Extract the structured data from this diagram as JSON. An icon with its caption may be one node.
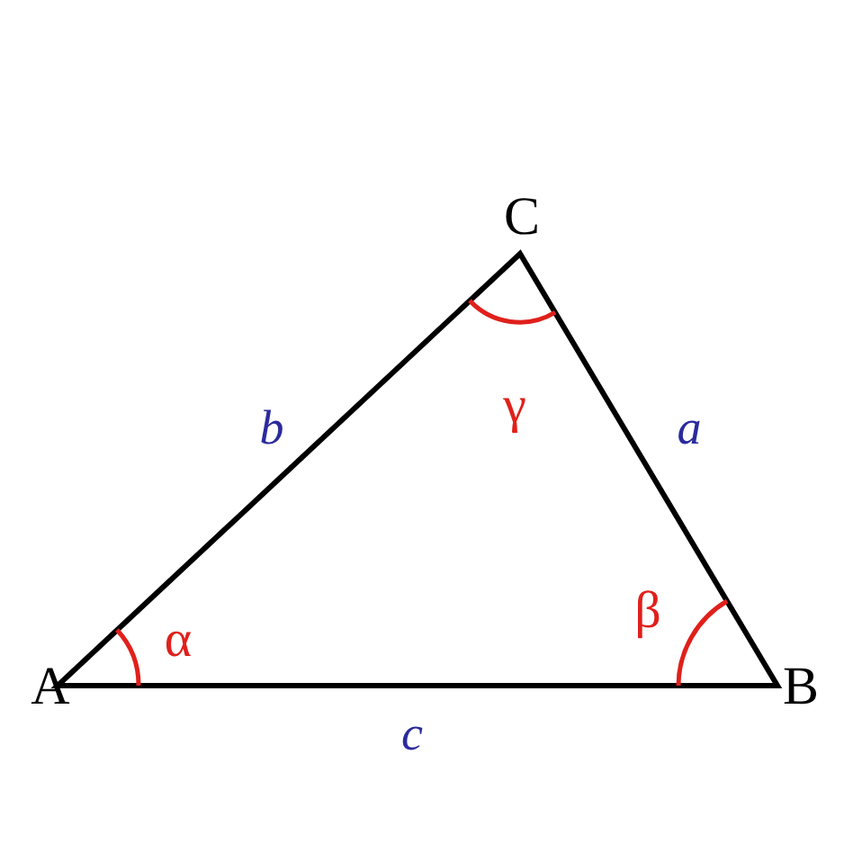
{
  "diagram": {
    "labels": [
      "C",
      "b",
      "γ",
      "a",
      "β",
      "A",
      "α",
      "B",
      "c"
    ]
  }
}
